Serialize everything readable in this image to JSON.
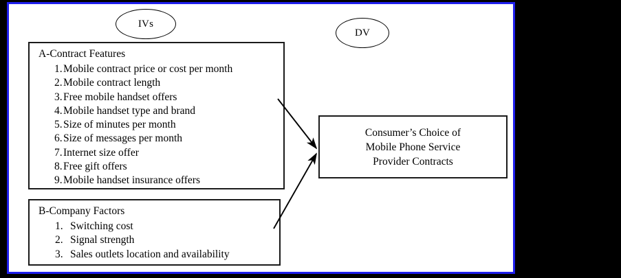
{
  "figure": {
    "labels": {
      "independent_variables": "IVs",
      "dependent_variable": "DV"
    },
    "groups": [
      {
        "id": "contract-features",
        "heading": "A-Contract Features",
        "items": [
          {
            "num": "1.",
            "text": "Mobile contract price or cost per month"
          },
          {
            "num": "2.",
            "text": "Mobile contract length"
          },
          {
            "num": "3.",
            "text": "Free mobile handset offers"
          },
          {
            "num": "4.",
            "text": "Mobile handset type and brand"
          },
          {
            "num": "5.",
            "text": "Size of minutes per month"
          },
          {
            "num": "6.",
            "text": "Size of messages per month"
          },
          {
            "num": "7.",
            "text": "Internet size offer"
          },
          {
            "num": "8.",
            "text": "Free gift offers"
          },
          {
            "num": "9.",
            "text": "Mobile handset insurance offers"
          }
        ]
      },
      {
        "id": "company-factors",
        "heading": "B-Company Factors",
        "items": [
          {
            "num": "1.",
            "text": "Switching cost"
          },
          {
            "num": "2.",
            "text": "Signal strength"
          },
          {
            "num": "3.",
            "text": "Sales outlets location and availability"
          }
        ]
      }
    ],
    "outcome": {
      "line1": "Consumer’s Choice of",
      "line2": "Mobile Phone Service",
      "line3": "Provider Contracts"
    },
    "colors": {
      "frame_border": "#2020ee",
      "shape_border": "#1a1a1a",
      "background": "#ffffff",
      "text": "#000000",
      "outer_background": "#000000"
    }
  }
}
